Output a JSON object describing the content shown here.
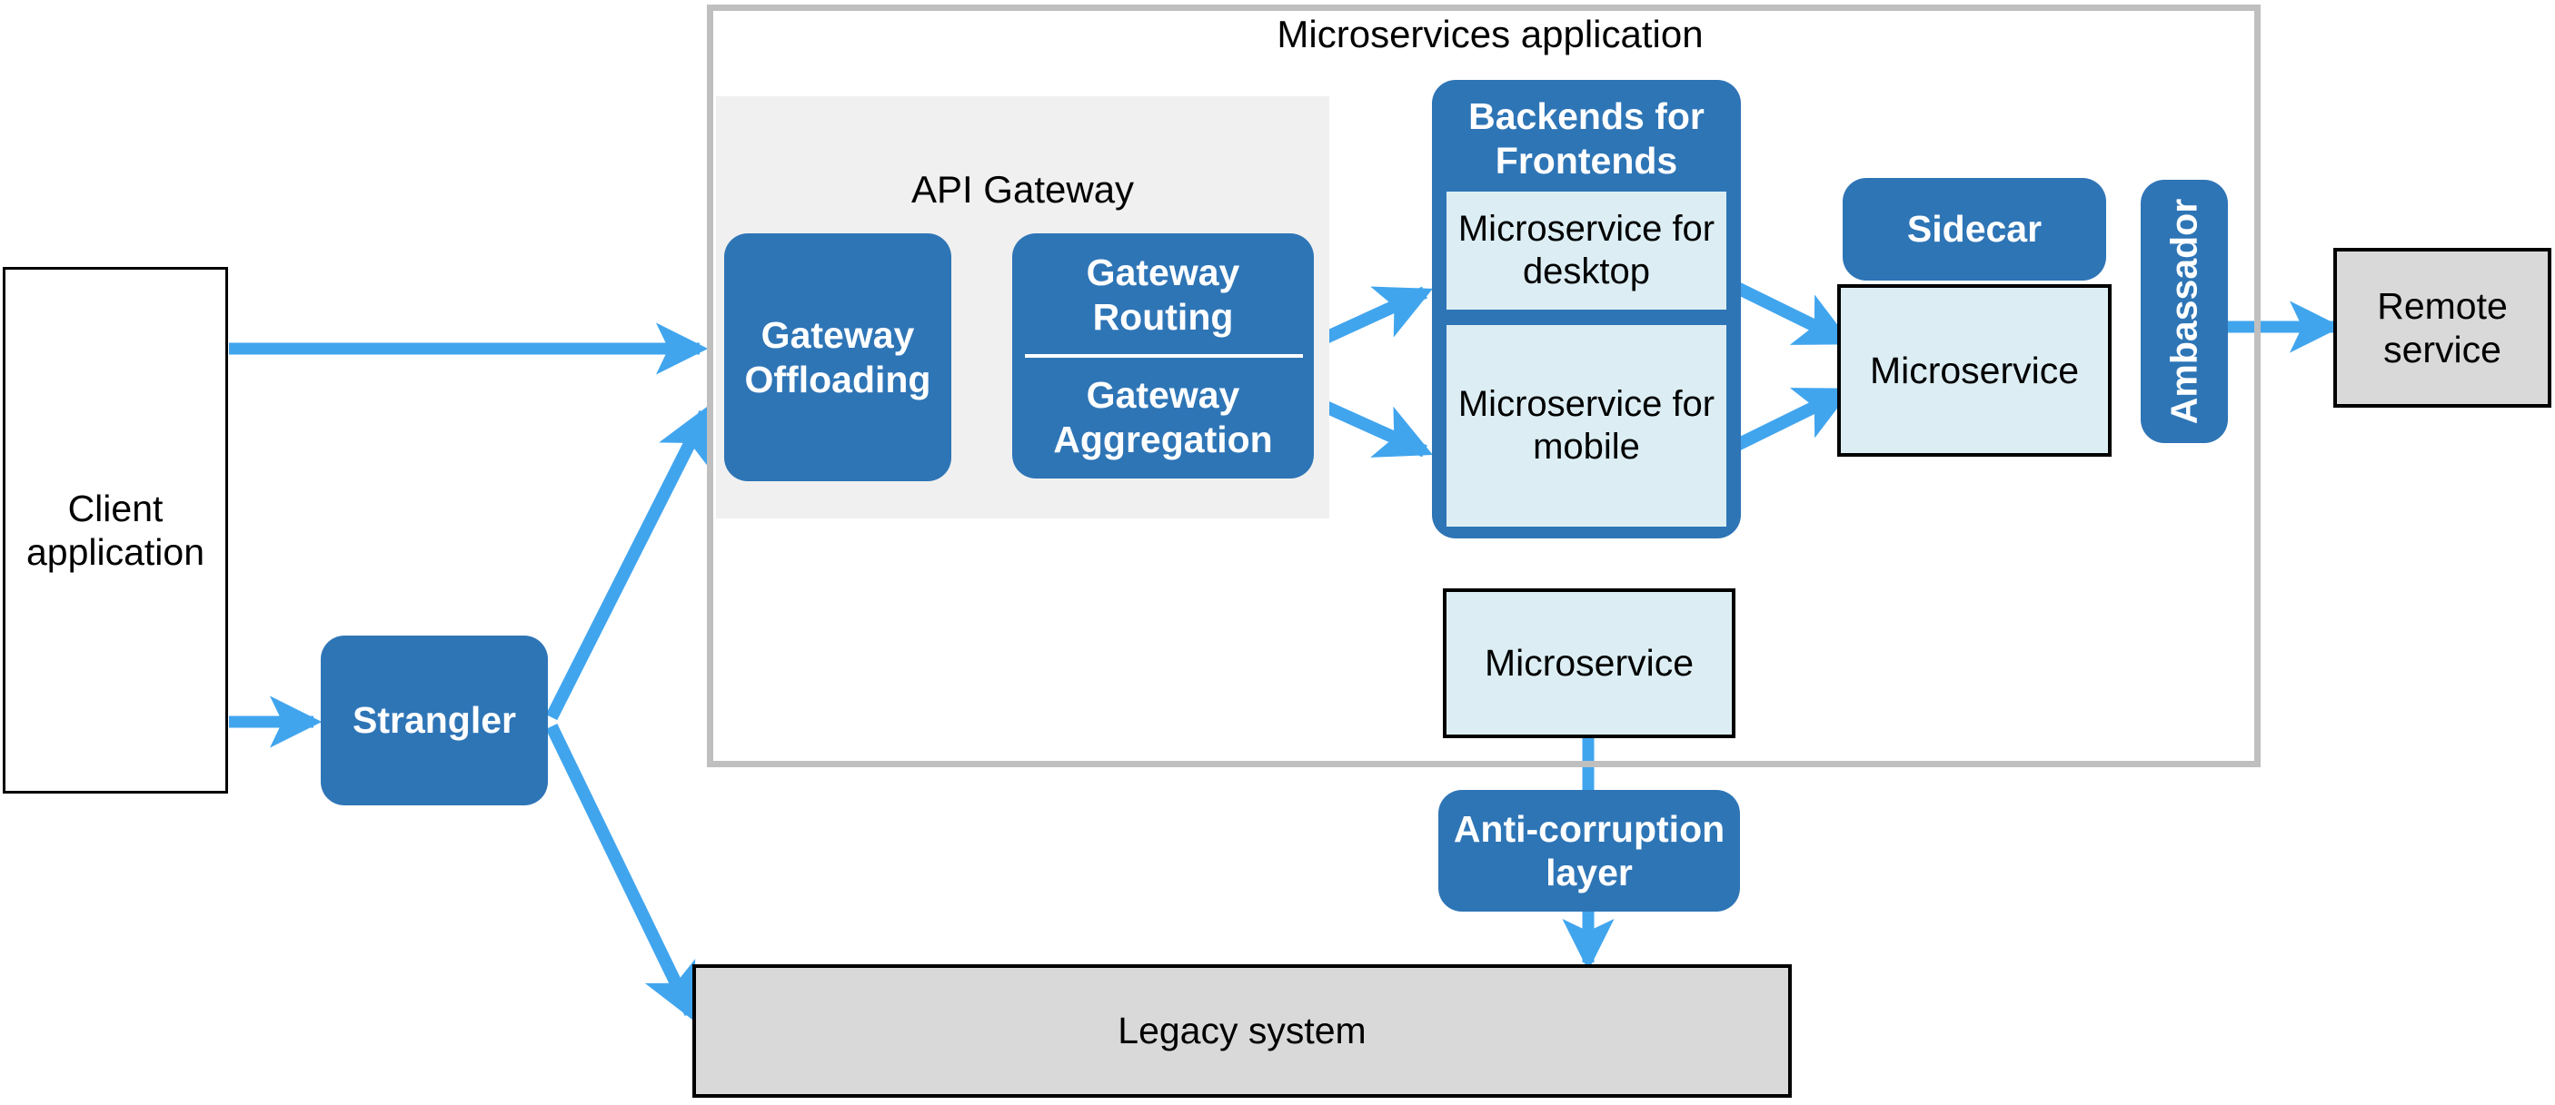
{
  "diagram": {
    "title": "Microservices application",
    "colors": {
      "pattern_blue": "#2e75b6",
      "arrow_blue": "#41a5ee",
      "microservice_fill": "#dceef4",
      "legacy_grey": "#d9d9d9",
      "container_border": "#bfbfbf",
      "panel_grey": "#f0f0f0"
    },
    "nodes": {
      "client_application": "Client\napplication",
      "client_application_line1": "Client",
      "client_application_line2": "application",
      "strangler": "Strangler",
      "api_gateway_label": "API Gateway",
      "gateway_offloading_line1": "Gateway",
      "gateway_offloading_line2": "Offloading",
      "gateway_routing_line1": "Gateway",
      "gateway_routing_line2": "Routing",
      "gateway_aggregation_line1": "Gateway",
      "gateway_aggregation_line2": "Aggregation",
      "backends_for_frontends_line1": "Backends for",
      "backends_for_frontends_line2": "Frontends",
      "microservice_for_desktop_line1": "Microservice for",
      "microservice_for_desktop_line2": "desktop",
      "microservice_for_mobile_line1": "Microservice for",
      "microservice_for_mobile_line2": "mobile",
      "sidecar": "Sidecar",
      "microservice_center": "Microservice",
      "microservice_lower": "Microservice",
      "ambassador": "Ambassador",
      "remote_service_line1": "Remote",
      "remote_service_line2": "service",
      "anti_corruption_layer_line1": "Anti-corruption",
      "anti_corruption_layer_line2": "layer",
      "legacy_system": "Legacy system"
    },
    "edges": [
      {
        "from": "client_application",
        "to": "gateway_offloading"
      },
      {
        "from": "client_application",
        "to": "strangler"
      },
      {
        "from": "strangler",
        "to": "gateway_offloading"
      },
      {
        "from": "strangler",
        "to": "legacy_system"
      },
      {
        "from": "gateway_offloading",
        "to": "gateway_routing_aggregation"
      },
      {
        "from": "gateway_routing",
        "to": "microservice_for_desktop"
      },
      {
        "from": "gateway_aggregation",
        "to": "microservice_for_mobile"
      },
      {
        "from": "microservice_for_desktop",
        "to": "microservice_center"
      },
      {
        "from": "microservice_for_mobile",
        "to": "microservice_center"
      },
      {
        "from": "ambassador",
        "to": "remote_service"
      },
      {
        "from": "microservice_lower",
        "to": "anti_corruption_layer"
      },
      {
        "from": "anti_corruption_layer",
        "to": "legacy_system"
      }
    ]
  }
}
